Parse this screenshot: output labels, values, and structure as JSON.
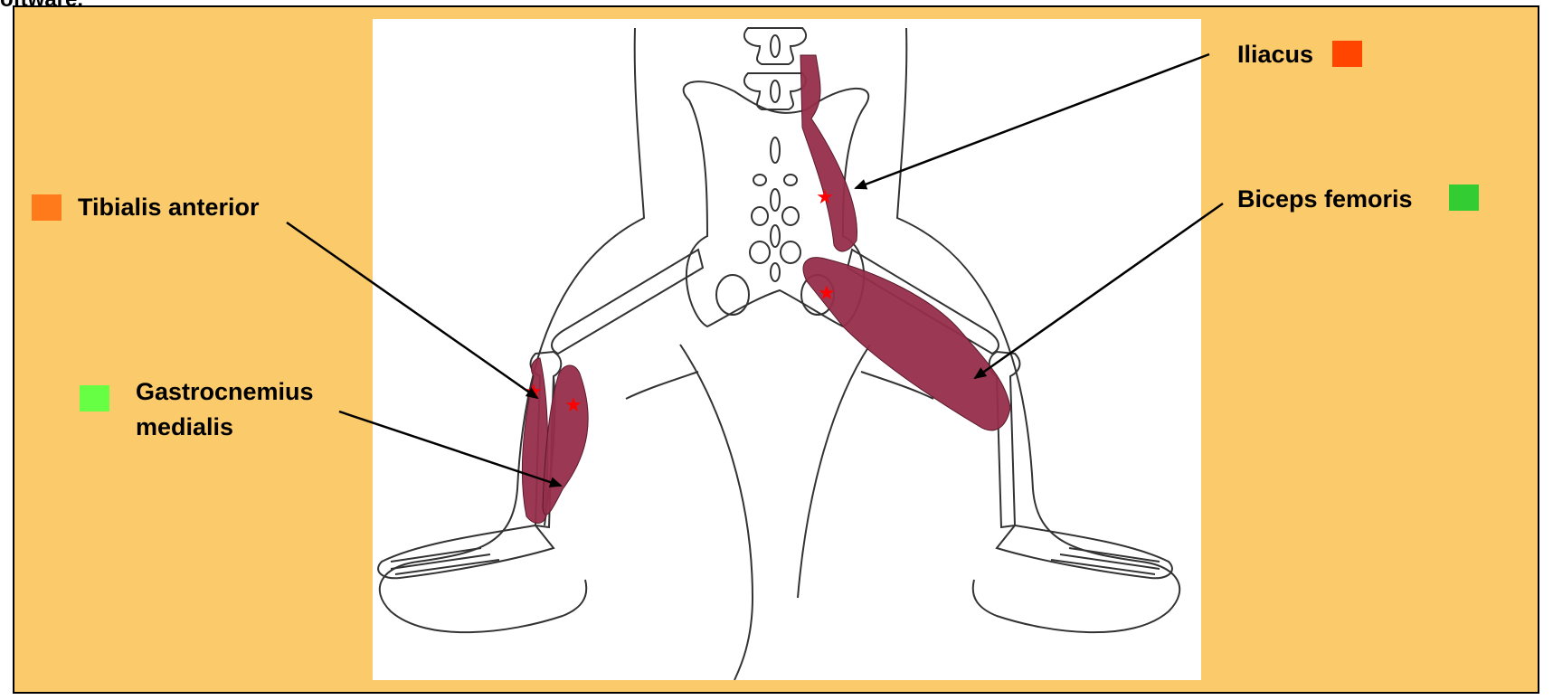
{
  "caption_fragment": "oftware.",
  "labels": {
    "iliacus": "Iliacus",
    "tibialis_anterior": "Tibialis anterior",
    "biceps_femoris": "Biceps femoris",
    "gastrocnemius_line1": "Gastrocnemius",
    "gastrocnemius_line2": "medialis"
  },
  "colors": {
    "background": "#fbca6a",
    "figure_background": "#ffffff",
    "muscle_fill": "#962e4b",
    "star": "#ff0000",
    "iliacus_swatch": "#ff4500",
    "tibialis_swatch": "#ff7a1a",
    "biceps_swatch": "#33cc33",
    "gastrocnemius_swatch": "#66ff44"
  }
}
